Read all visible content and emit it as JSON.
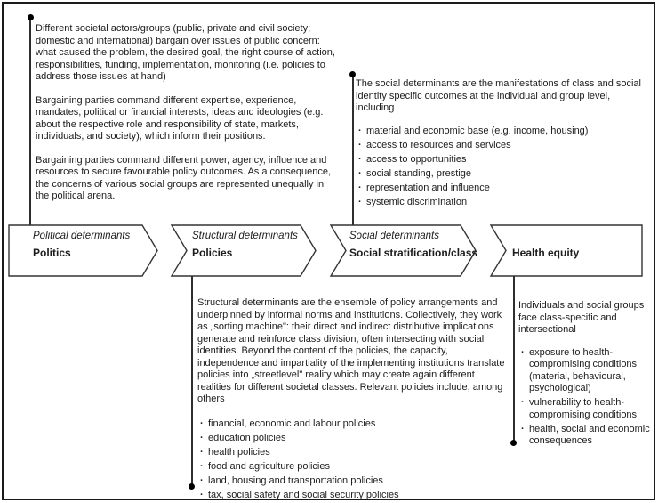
{
  "figure": {
    "colors": {
      "ink": "#1c1c1c",
      "line": "#2e2e2e",
      "background": "#ffffff"
    },
    "top_left_note": {
      "paragraphs": [
        "Different societal actors/groups (public, private and civil society; domestic and international) bargain over issues of public concern: what caused the problem, the desired goal, the right course of action, responsibilities, funding, implementation, monitoring (i.e. policies to address those issues at hand)",
        "Bargaining parties command different expertise, experience, mandates, political or financial interests, ideas and ideologies (e.g. about the respective role and responsibility of state, markets, individuals, and society), which inform their positions.",
        "Bargaining parties command different power, agency, influence and resources to secure favourable policy outcomes. As a consequence, the concerns of various social groups are represented unequally in the political arena."
      ]
    },
    "top_right_note": {
      "intro": "The social determinants are the manifestations of class and social identity specific outcomes at the individual and group level, including",
      "bullets": [
        "material and economic base (e.g. income, housing)",
        "access to resources and services",
        "access to opportunities",
        "social standing, prestige",
        "representation and influence",
        "systemic discrimination"
      ]
    },
    "arrows": [
      {
        "category": "Political determinants",
        "label": "Politics"
      },
      {
        "category": "Structural determinants",
        "label": "Policies"
      },
      {
        "category": "Social determinants",
        "label": "Social stratification/class"
      },
      {
        "category": "",
        "label": "Health equity"
      }
    ],
    "bottom_middle_note": {
      "intro": "Structural determinants are the ensemble of policy arrangements and underpinned by informal norms and institutions. Collectively, they work as „sorting machine\": their direct and indirect distributive implications generate and reinforce class division, often intersecting with social identities. Beyond the content of the policies, the capacity, independence and impartiality of the implementing institutions translate policies into „streetlevel\" reality which may create again different realities for different societal classes. Relevant policies include, among others",
      "bullets": [
        "financial, economic and labour policies",
        "education policies",
        "health policies",
        "food and agriculture policies",
        "land, housing and transportation policies",
        "tax, social safety and social security policies"
      ]
    },
    "bottom_right_note": {
      "intro": "Individuals and social groups face class-specific and intersectional",
      "bullets": [
        "exposure to health-compromising conditions (material, behavioural, psychological)",
        "vulnerability to health-compromising conditions",
        "health, social and economic consequences"
      ]
    }
  }
}
